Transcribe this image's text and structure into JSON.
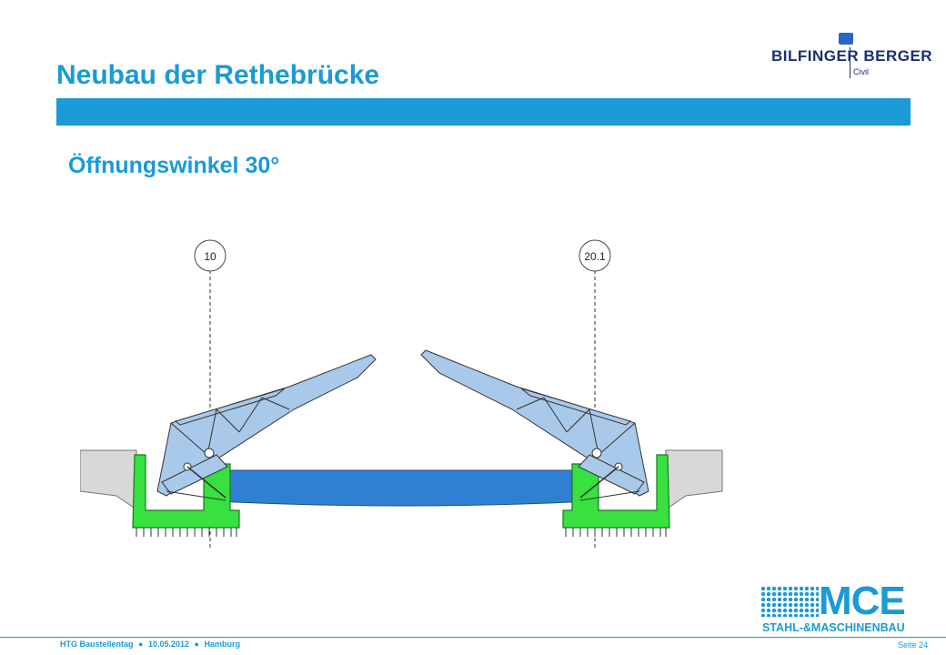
{
  "title": "Neubau der Rethebrücke",
  "subtitle": "Öffnungswinkel 30°",
  "logo_top": {
    "name": "BILFINGER BERGER",
    "division": "Civil"
  },
  "drawing": {
    "axis_left_label": "10",
    "axis_right_label": "20.1",
    "colors": {
      "bridge_steel": "#a9c9ea",
      "foundation": "#38e040",
      "water": "#2f80d0",
      "outline": "#333333"
    }
  },
  "logo_bottom": {
    "name": "MCE",
    "subtitle": "STAHL-&MASCHINENBAU"
  },
  "footer": {
    "event": "HTG Baustellentag",
    "date": "10.05.2012",
    "location": "Hamburg",
    "separator": "●",
    "page": "Seite 24"
  },
  "colors": {
    "accent": "#1a9ad6",
    "logo_navy": "#1c2f6e"
  }
}
